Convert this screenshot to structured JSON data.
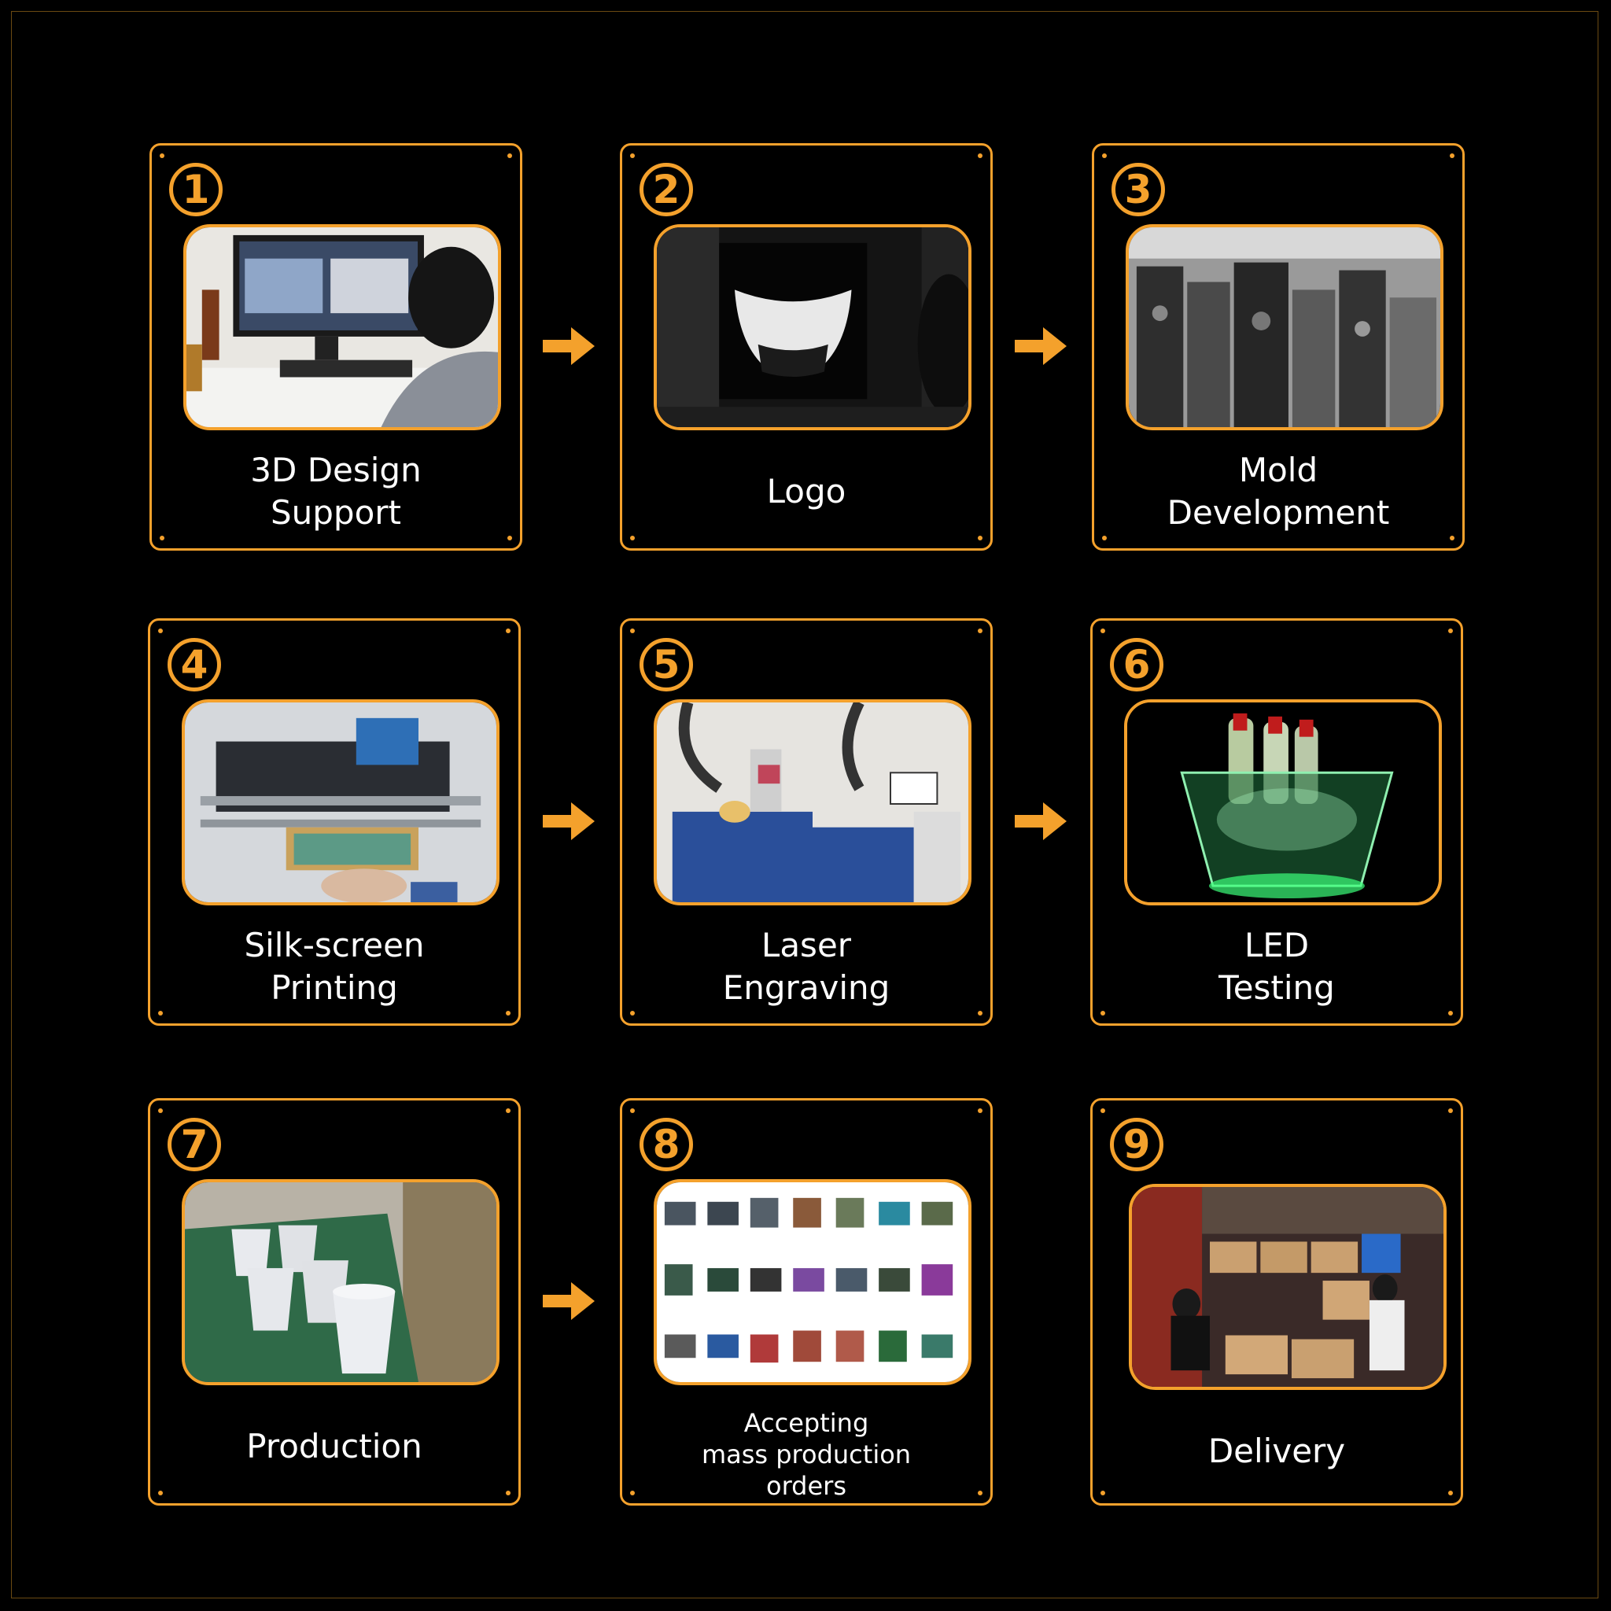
{
  "steps": [
    {
      "number": "1",
      "label": "3D Design\nSupport",
      "photo_icon": "computer-design-photo"
    },
    {
      "number": "2",
      "label": "Logo",
      "photo_icon": "logo-render-photo"
    },
    {
      "number": "3",
      "label": "Mold\nDevelopment",
      "photo_icon": "mold-storage-photo"
    },
    {
      "number": "4",
      "label": "Silk-screen\nPrinting",
      "photo_icon": "screen-printing-photo"
    },
    {
      "number": "5",
      "label": "Laser\nEngraving",
      "photo_icon": "laser-machine-photo"
    },
    {
      "number": "6",
      "label": "LED\nTesting",
      "photo_icon": "led-bucket-photo"
    },
    {
      "number": "7",
      "label": "Production",
      "photo_icon": "production-line-photo"
    },
    {
      "number": "8",
      "label": "Accepting\nmass production\norders",
      "photo_icon": "product-grid-photo"
    },
    {
      "number": "9",
      "label": "Delivery",
      "photo_icon": "warehouse-delivery-photo"
    }
  ],
  "colors": {
    "accent": "#f4a12c",
    "background": "#000000",
    "text": "#ffffff"
  }
}
